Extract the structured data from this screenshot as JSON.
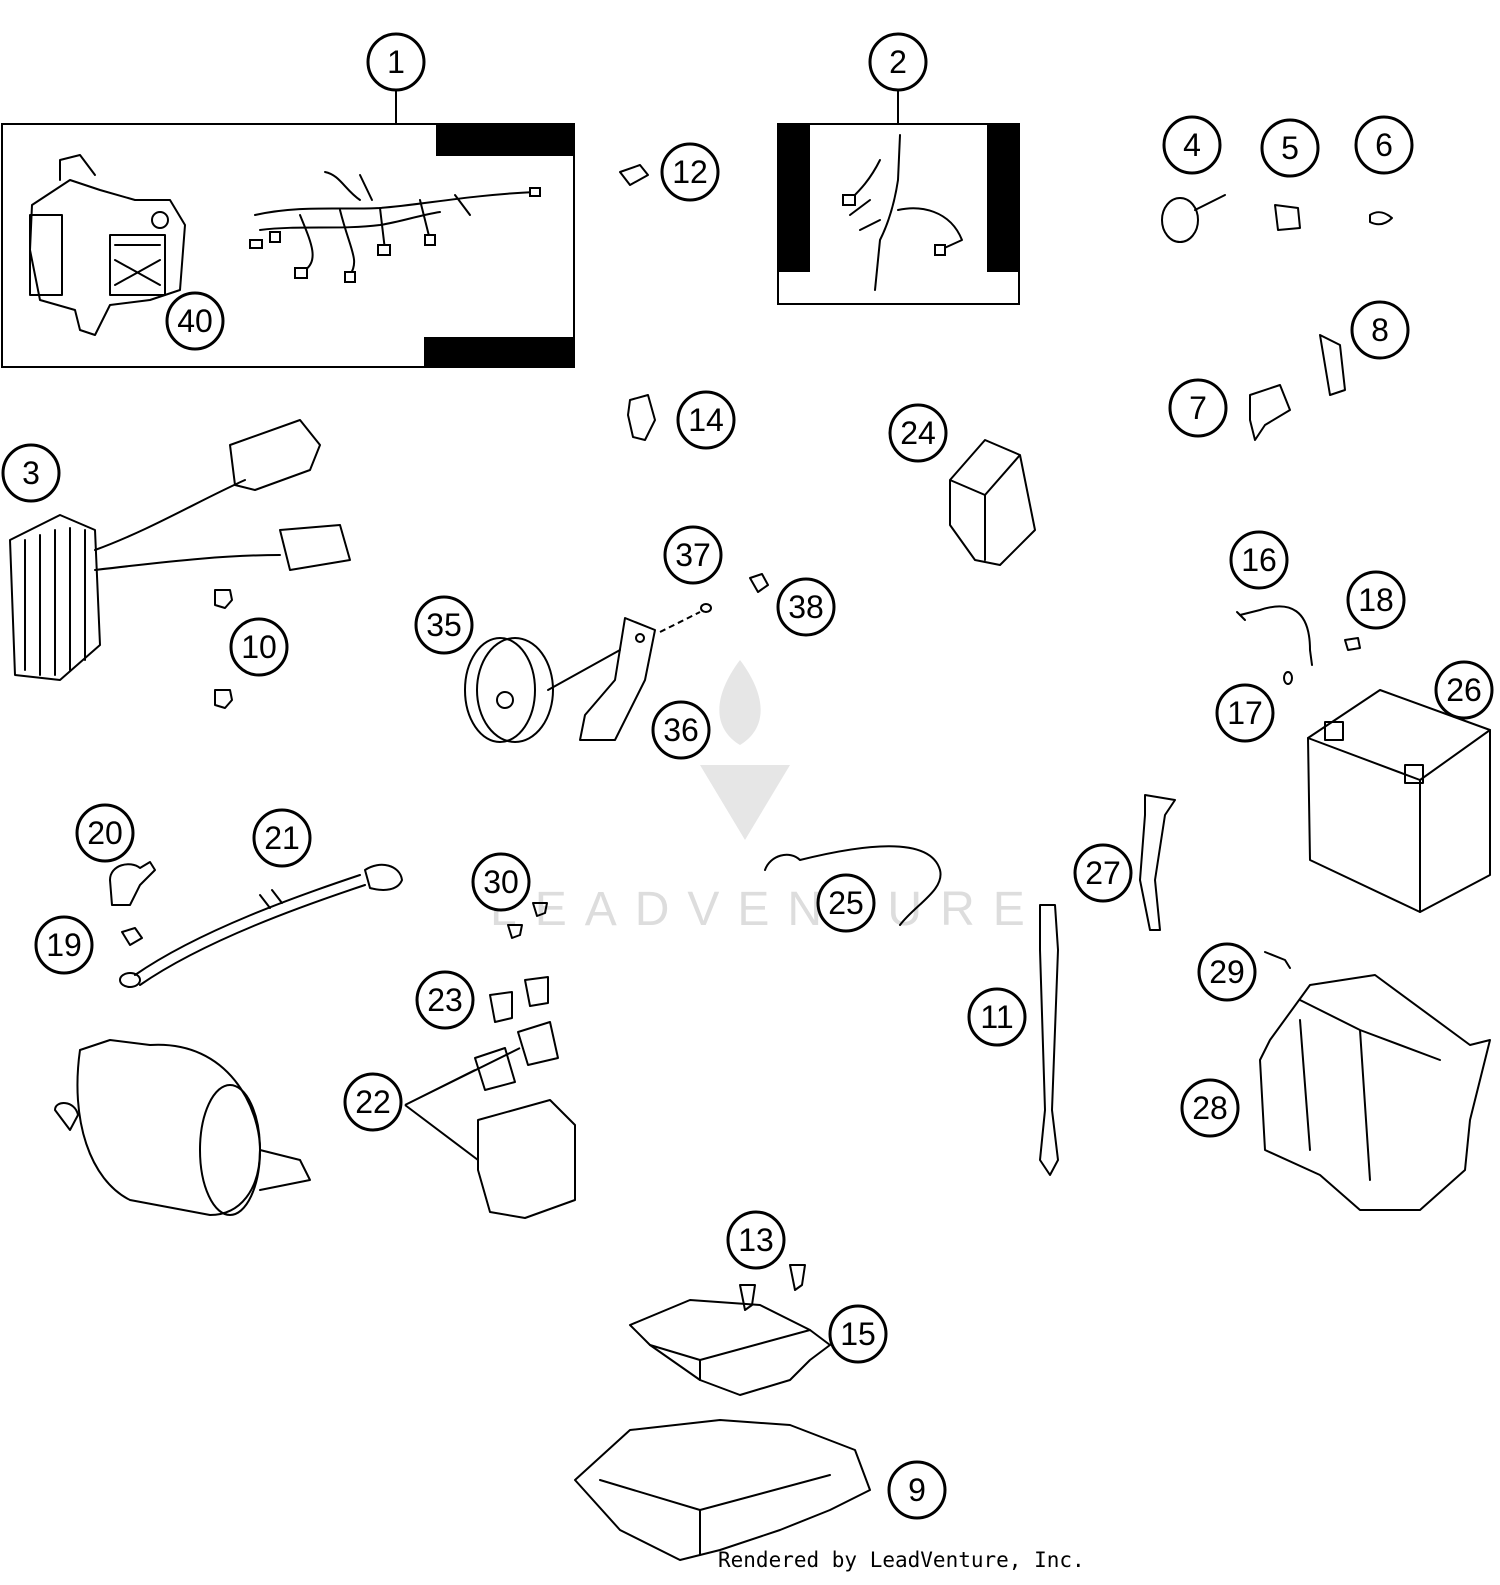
{
  "watermark": "LEADVENTURE",
  "footer": {
    "credit": "Rendered by LeadVenture, Inc."
  },
  "callouts": {
    "c1": "1",
    "c2": "2",
    "c3": "3",
    "c4": "4",
    "c5": "5",
    "c6": "6",
    "c7": "7",
    "c8": "8",
    "c9": "9",
    "c10": "10",
    "c11": "11",
    "c12": "12",
    "c13": "13",
    "c14": "14",
    "c15": "15",
    "c16": "16",
    "c17": "17",
    "c18": "18",
    "c19": "19",
    "c20": "20",
    "c21": "21",
    "c22": "22",
    "c23": "23",
    "c24": "24",
    "c25": "25",
    "c26": "26",
    "c27": "27",
    "c28": "28",
    "c29": "29",
    "c30": "30",
    "c35": "35",
    "c36": "36",
    "c37": "37",
    "c38": "38",
    "c40": "40"
  }
}
